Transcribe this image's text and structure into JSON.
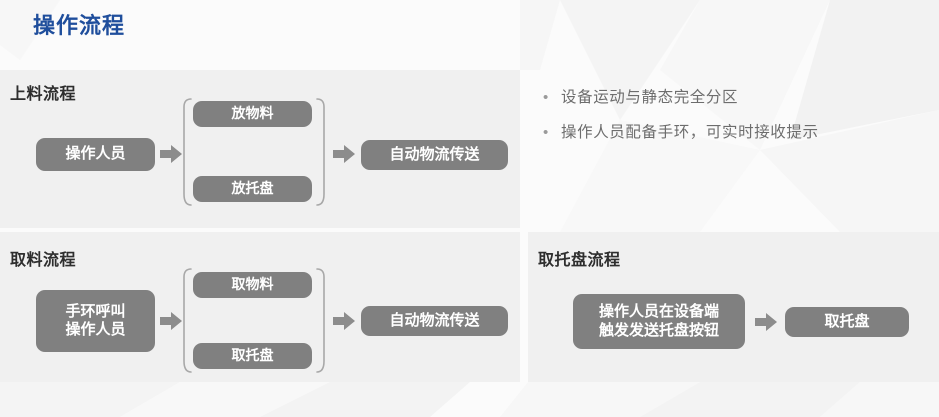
{
  "title": "操作流程",
  "theme": {
    "title_color": "#1f4e9c",
    "panel_bg": "#f0f0f0",
    "box_fill": "#808080",
    "box_text": "#ffffff",
    "heading_color": "#2e2e2e",
    "bullet_text_color": "#6d6d6d",
    "page_bg": "#fbfbfb"
  },
  "sections": {
    "loading": {
      "heading": "上料流程",
      "start_box": "操作人员",
      "branch_top": "放物料",
      "branch_bottom": "放托盘",
      "end_box": "自动物流传送"
    },
    "picking": {
      "heading": "取料流程",
      "start_box_line1": "手环呼叫",
      "start_box_line2": "操作人员",
      "branch_top": "取物料",
      "branch_bottom": "取托盘",
      "end_box": "自动物流传送"
    },
    "pallet": {
      "heading": "取托盘流程",
      "start_box_line1": "操作人员在设备端",
      "start_box_line2": "触发发送托盘按钮",
      "end_box": "取托盘"
    }
  },
  "bullets": [
    {
      "marker": "•",
      "text": "设备运动与静态完全分区"
    },
    {
      "marker": "•",
      "text": "操作人员配备手环，可实时接收提示"
    }
  ]
}
